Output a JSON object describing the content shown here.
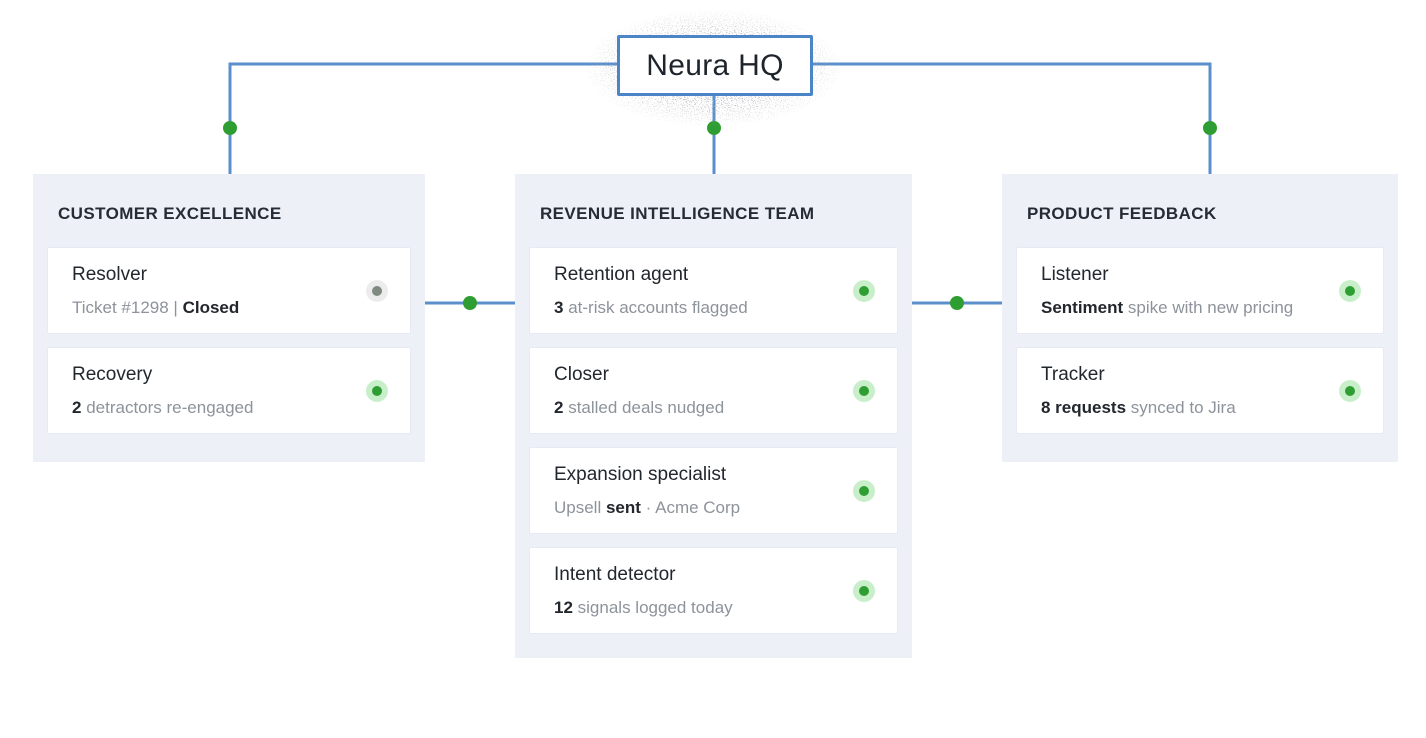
{
  "colors": {
    "line_blue": "#5b8fcb",
    "node_border": "#4b84c7",
    "status_green": "#2f9e32",
    "status_green_soft": "#c8efca",
    "status_gray": "#7f8b80",
    "status_gray_soft": "#ececec",
    "panel_bg": "#edf1f7",
    "card_border": "#e6eaf5",
    "text_dark": "#22272e",
    "text_gray": "#8d939b"
  },
  "root_node": {
    "label": "Neura HQ"
  },
  "panels": [
    {
      "title": "CUSTOMER EXCELLENCE",
      "agents": [
        {
          "name": "Resolver",
          "status_level": "idle",
          "detail": {
            "pre": "Ticket #1298 | ",
            "strong": "Closed",
            "post": ""
          }
        },
        {
          "name": "Recovery",
          "status_level": "active",
          "detail": {
            "pre": "",
            "strong": "2",
            "post": " detractors re-engaged"
          }
        }
      ]
    },
    {
      "title": "REVENUE INTELLIGENCE TEAM",
      "agents": [
        {
          "name": "Retention agent",
          "status_level": "active",
          "detail": {
            "pre": "",
            "strong": "3",
            "post": " at-risk accounts flagged"
          }
        },
        {
          "name": "Closer",
          "status_level": "active",
          "detail": {
            "pre": "",
            "strong": "2",
            "post": " stalled deals nudged"
          }
        },
        {
          "name": "Expansion specialist",
          "status_level": "active",
          "detail": {
            "pre": "Upsell ",
            "strong": "sent",
            "post": " · Acme Corp"
          }
        },
        {
          "name": "Intent detector",
          "status_level": "active",
          "detail": {
            "pre": "",
            "strong": "12",
            "post": " signals logged today"
          }
        }
      ]
    },
    {
      "title": "PRODUCT FEEDBACK",
      "agents": [
        {
          "name": "Listener",
          "status_level": "active",
          "detail": {
            "pre": "",
            "strong": "Sentiment",
            "post": " spike with new pricing"
          }
        },
        {
          "name": "Tracker",
          "status_level": "active",
          "detail": {
            "pre": "",
            "strong": "8 requests",
            "post": " synced to Jira"
          }
        }
      ]
    }
  ]
}
